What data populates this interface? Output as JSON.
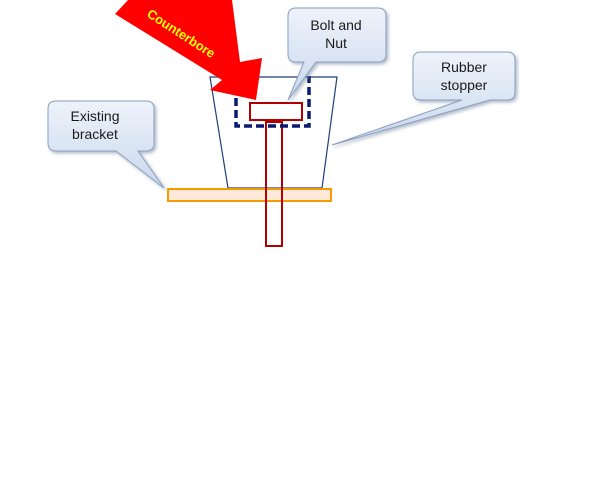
{
  "diagram": {
    "title": "Rubber stopper counterbore mounting",
    "labels": {
      "counterbore": "Counterbore",
      "bolt_nut_line1": "Bolt and",
      "bolt_nut_line2": "Nut",
      "rubber_line1": "Rubber",
      "rubber_line2": "stopper",
      "bracket_line1": "Existing",
      "bracket_line2": "bracket"
    },
    "colors": {
      "arrow": "#ff0000",
      "arrow_text": "#ffff00",
      "stopper_outline": "#1f3f7a",
      "counterbore_dash": "#0a1a6e",
      "bolt": "#b00000",
      "bracket_fill": "#fde9d9",
      "bracket_stroke": "#f59a00",
      "callout_fill": "#dbe6f5",
      "callout_stroke": "#8aa0bf"
    }
  }
}
